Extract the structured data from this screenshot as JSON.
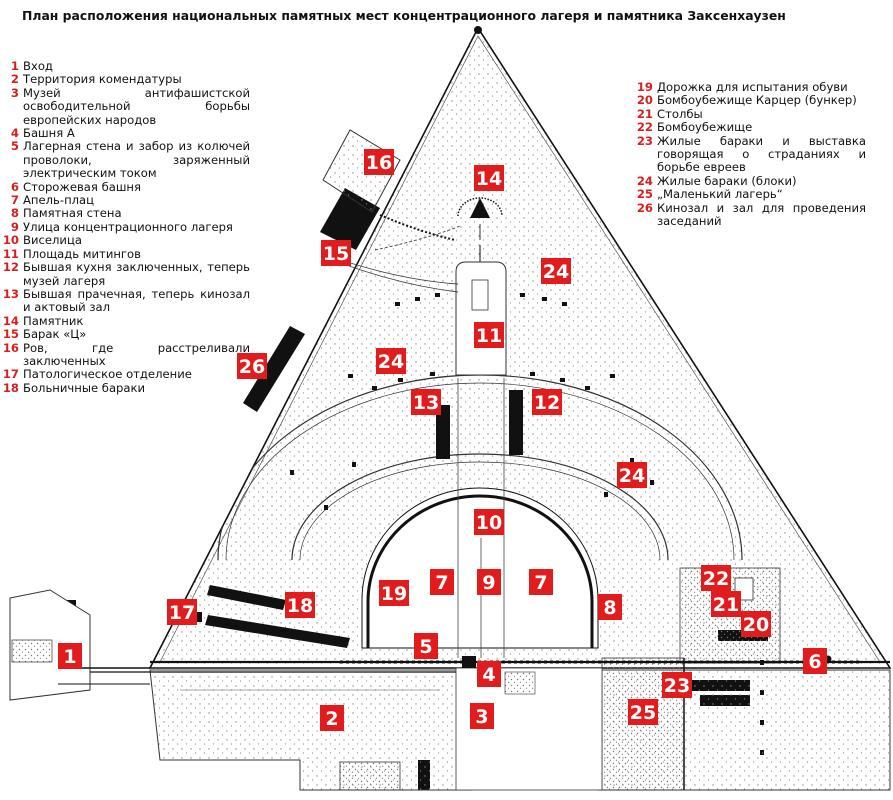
{
  "title": "План расположения национальных памятных мест концентрационного лагеря и памятника Заксенхаузен",
  "legend_left": [
    {
      "num": "1",
      "text": "Вход"
    },
    {
      "num": "2",
      "text": "Территория комендатуры"
    },
    {
      "num": "3",
      "text": "Музей антифашистской освободительной борьбы европейских народов"
    },
    {
      "num": "4",
      "text": "Башня А"
    },
    {
      "num": "5",
      "text": "Лагерная стена и забор из колючей проволоки, заряженный электрическим током"
    },
    {
      "num": "6",
      "text": "Сторожевая башня"
    },
    {
      "num": "7",
      "text": "Апель-плац"
    },
    {
      "num": "8",
      "text": "Памятная стена"
    },
    {
      "num": "9",
      "text": "Улица концентрационного лагеря"
    },
    {
      "num": "10",
      "text": "Виселица"
    },
    {
      "num": "11",
      "text": "Площадь митингов"
    },
    {
      "num": "12",
      "text": "Бывшая кухня заключенных, теперь музей лагеря"
    },
    {
      "num": "13",
      "text": "Бывшая прачечная, теперь кинозал и актовый зал"
    },
    {
      "num": "14",
      "text": "Памятник"
    },
    {
      "num": "15",
      "text": "Барак «Ц»"
    },
    {
      "num": "16",
      "text": "Ров, где расстреливали заключенных"
    },
    {
      "num": "17",
      "text": "Патологическое отделение"
    },
    {
      "num": "18",
      "text": "Больничные бараки"
    }
  ],
  "legend_right": [
    {
      "num": "19",
      "text": "Дорожка для испытания обуви"
    },
    {
      "num": "20",
      "text": "Бомбоубежище Карцер (бункер)"
    },
    {
      "num": "21",
      "text": "Столбы"
    },
    {
      "num": "22",
      "text": "Бомбоубежище"
    },
    {
      "num": "23",
      "text": "Жилые бараки и выставка говорящая о страданиях и борьбе евреев"
    },
    {
      "num": "24",
      "text": "Жилые бараки (блоки)"
    },
    {
      "num": "25",
      "text": "„Маленький лагерь“"
    },
    {
      "num": "26",
      "text": "Кинозал и зал для проведения заседаний"
    }
  ],
  "markers": [
    {
      "num": "1"
    },
    {
      "num": "2"
    },
    {
      "num": "3"
    },
    {
      "num": "4"
    },
    {
      "num": "5"
    },
    {
      "num": "6"
    },
    {
      "num": "7"
    },
    {
      "num": "7"
    },
    {
      "num": "8"
    },
    {
      "num": "9"
    },
    {
      "num": "10"
    },
    {
      "num": "11"
    },
    {
      "num": "12"
    },
    {
      "num": "13"
    },
    {
      "num": "14"
    },
    {
      "num": "15"
    },
    {
      "num": "16"
    },
    {
      "num": "17"
    },
    {
      "num": "18"
    },
    {
      "num": "19"
    },
    {
      "num": "20"
    },
    {
      "num": "21"
    },
    {
      "num": "22"
    },
    {
      "num": "23"
    },
    {
      "num": "24"
    },
    {
      "num": "24"
    },
    {
      "num": "24"
    },
    {
      "num": "25"
    },
    {
      "num": "26"
    }
  ],
  "colors": {
    "marker": "#e21c1c",
    "building": "#111111",
    "ground_stipple": "#8a8a8a"
  }
}
